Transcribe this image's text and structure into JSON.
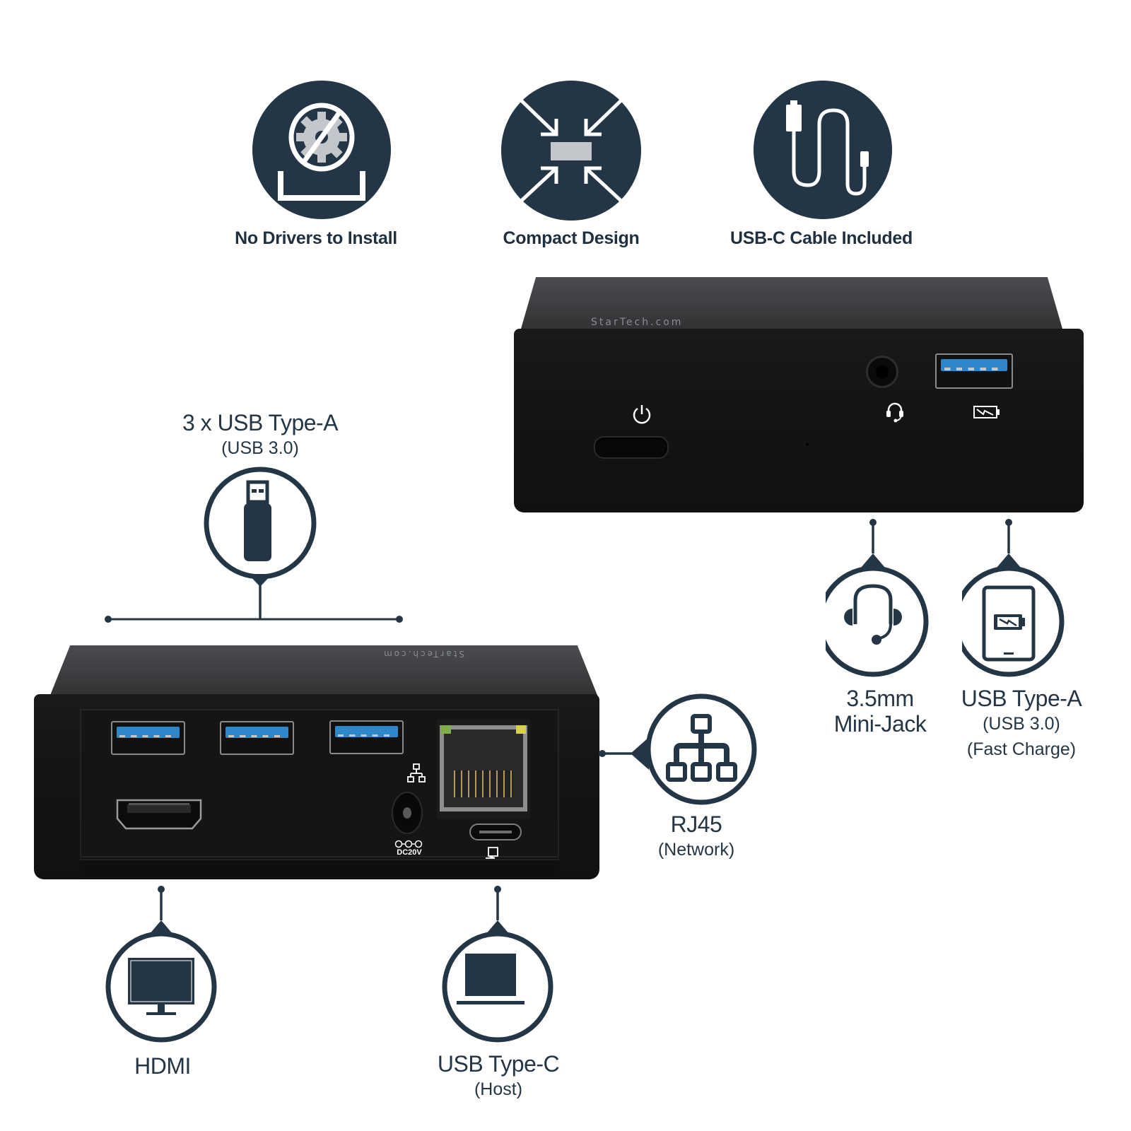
{
  "features": [
    {
      "label": "No Drivers to Install",
      "icon": "no-drivers-icon"
    },
    {
      "label": "Compact Design",
      "icon": "compact-design-icon"
    },
    {
      "label": "USB-C Cable Included",
      "icon": "usb-c-cable-icon"
    }
  ],
  "front_device": {
    "brand": "StarTech.com",
    "port_icons": {
      "power": "power-icon",
      "audio": "headset-icon",
      "charge": "battery-charge-icon"
    }
  },
  "rear_device": {
    "brand": "StarTech.com",
    "dc_label": "DC20V",
    "port_icons": {
      "network": "network-icon",
      "dc": "dc-polarity-icon",
      "host": "laptop-icon"
    }
  },
  "callouts": {
    "usb_a_rear": {
      "title": "3 x USB Type-A",
      "sub": "(USB 3.0)",
      "icon": "usb-drive-icon"
    },
    "rj45": {
      "title": "RJ45",
      "sub": "(Network)",
      "icon": "network-tree-icon"
    },
    "hdmi": {
      "title": "HDMI",
      "icon": "monitor-icon"
    },
    "usb_c": {
      "title": "USB Type-C",
      "sub": "(Host)",
      "icon": "laptop-icon"
    },
    "audio": {
      "title": "3.5mm",
      "title2": "Mini-Jack",
      "icon": "headset-icon"
    },
    "usb_a_front": {
      "title": "USB Type-A",
      "sub": "(USB 3.0)",
      "sub2": "(Fast Charge)",
      "icon": "tablet-charge-icon"
    }
  },
  "colors": {
    "navy": "#243646",
    "usb_blue": "#2f86c8",
    "icon_gray": "#c3c7cc"
  }
}
